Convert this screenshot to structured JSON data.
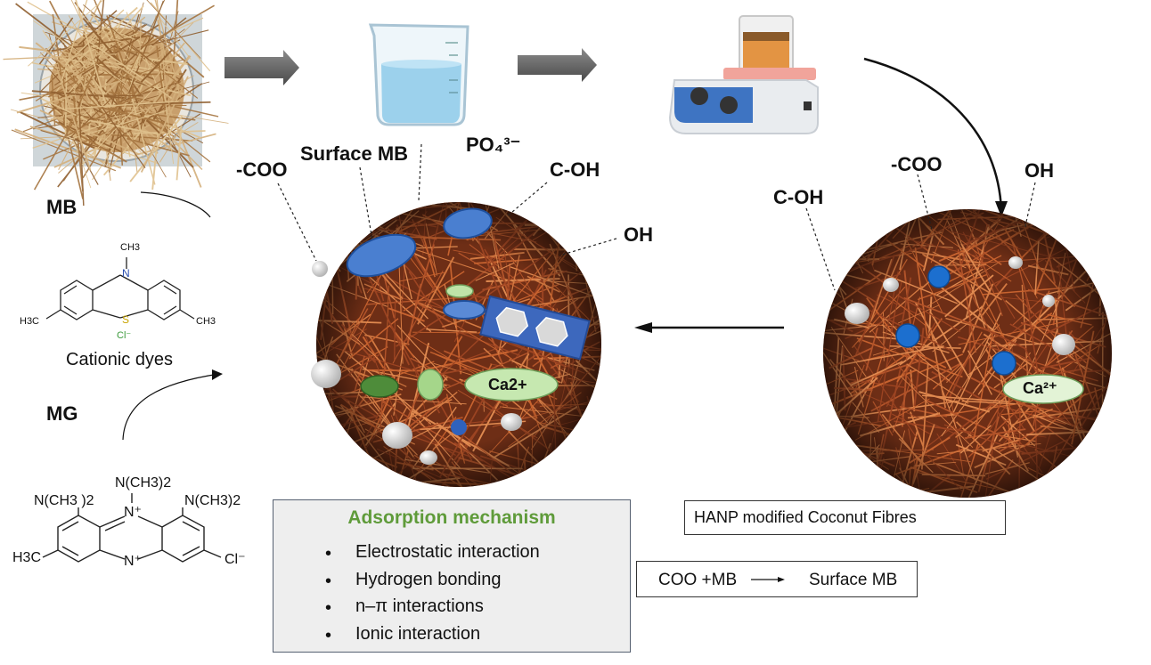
{
  "labels": {
    "surface_mb_top": "Surface MB",
    "po4": "PO₄³⁻",
    "coo_left": "-COO",
    "coh_left": "C-OH",
    "oh_left": "OH",
    "coh_right": "C-OH",
    "coo_right": "-COO",
    "oh_right": "OH",
    "mb": "MB",
    "mg": "MG",
    "cationic_dyes": "Cationic dyes",
    "ca_left": "Ca2+",
    "ca_right": "Ca²⁺"
  },
  "mb_structure": {
    "ch3_top": "CH3",
    "n": "N",
    "s": "S",
    "cl": "Cl⁻",
    "h3c_left": "H3C",
    "ch3_right": "CH3"
  },
  "mg_structure": {
    "top": "N(CH3)2",
    "left": "N(CH3 )2",
    "right": "N(CH3)2",
    "n_plus_top": "N⁺",
    "n_plus_bottom": "N⁺",
    "h3c": "H3C",
    "cl": "Cl⁻"
  },
  "mechanism": {
    "title": "Adsorption mechanism",
    "items": [
      "Electrostatic interaction",
      "Hydrogen bonding",
      "n–π interactions",
      "Ionic interaction"
    ]
  },
  "hanp_label": "HANP modified Coconut Fibres",
  "equation": {
    "left": "COO +MB",
    "right": "Surface MB"
  },
  "colors": {
    "fiber": "#b3542a",
    "fiber_bg": "#6e2e16",
    "blue_ellipse": "#3f72c4",
    "green_ellipse": "#a5d68a",
    "dark_green": "#4e8c3a",
    "rect_blue": "#3d68bd",
    "title_green": "#5f9b3a"
  }
}
